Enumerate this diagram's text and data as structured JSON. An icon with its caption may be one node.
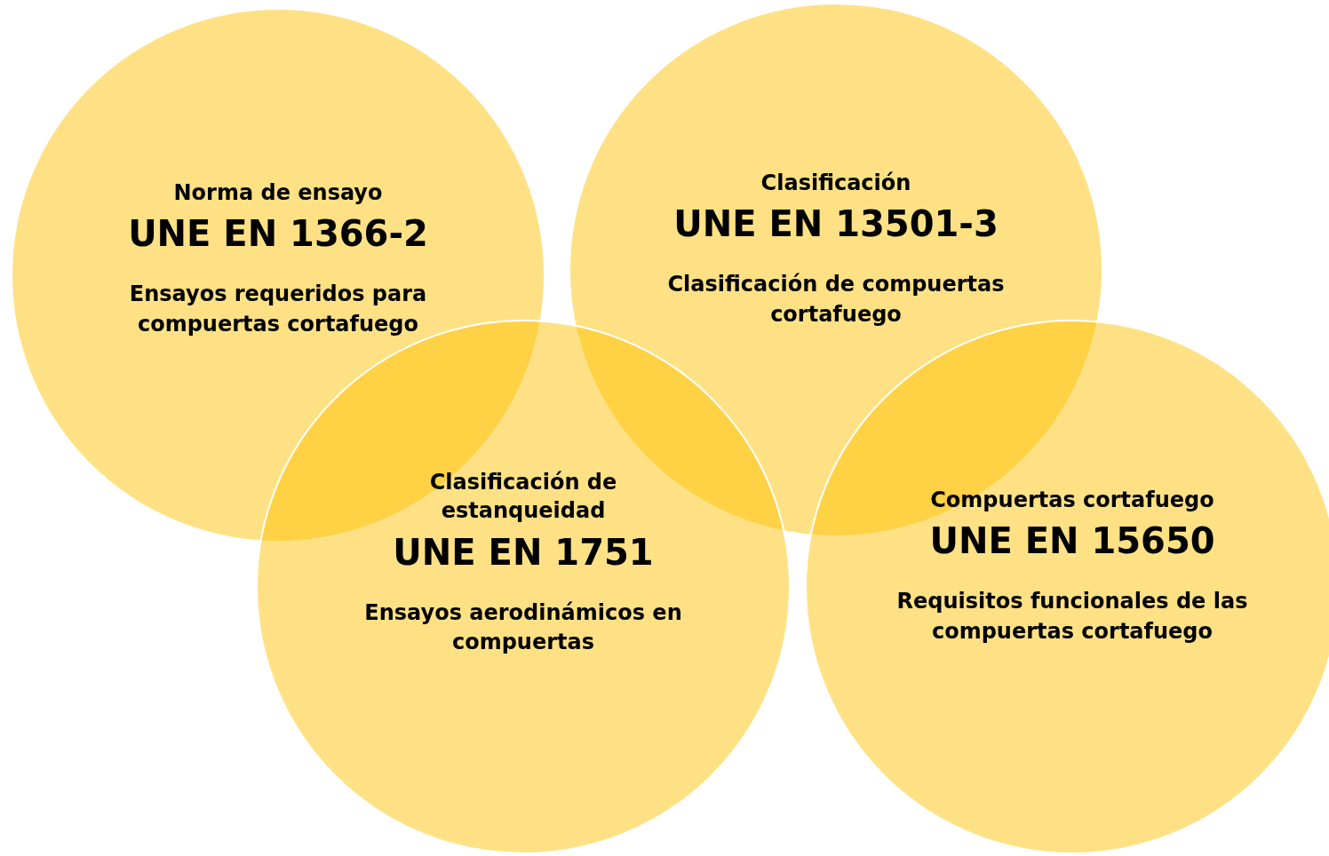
{
  "diagram": {
    "nodes": [
      {
        "text": [
          "Norma de ensayo",
          "UNE EN 1366-2",
          "Ensayos requeridos para compuertas cortafuego"
        ]
      },
      {
        "text": [
          "Clasificación",
          "UNE EN 13501-3",
          "Clasificación de compuertas cortafuego"
        ]
      },
      {
        "text": [
          "Clasificación de estanqueidad",
          "UNE EN 1751",
          "Ensayos aerodinámicos en compuertas"
        ]
      },
      {
        "text": [
          "Compuertas cortafuego",
          "UNE EN 15650",
          "Requisitos funcionales de las compuertas cortafuego"
        ]
      }
    ],
    "edges": []
  }
}
